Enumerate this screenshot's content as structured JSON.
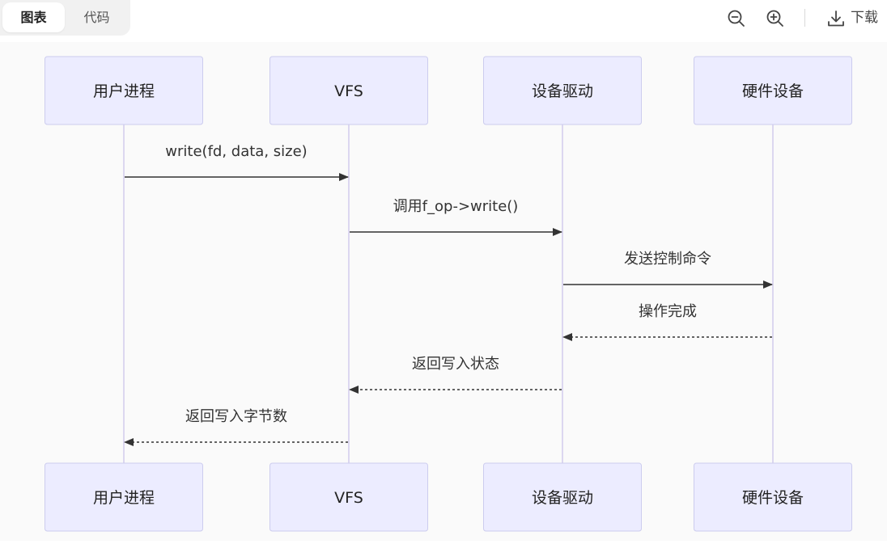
{
  "tabs": [
    {
      "label": "图表",
      "active": true
    },
    {
      "label": "代码",
      "active": false
    }
  ],
  "toolbar": {
    "zoom_out_icon": "zoom-out-icon",
    "zoom_in_icon": "zoom-in-icon",
    "download_icon": "download-icon",
    "download_label": "下载"
  },
  "colors": {
    "participant_fill": "#ececff",
    "participant_stroke": "#ccccee",
    "lifeline": "#dcd7f0",
    "arrow": "#333333",
    "canvas": "#fafafa"
  },
  "diagram": {
    "participants": [
      {
        "id": "user",
        "label": "用户进程"
      },
      {
        "id": "vfs",
        "label": "VFS"
      },
      {
        "id": "driver",
        "label": "设备驱动"
      },
      {
        "id": "hw",
        "label": "硬件设备"
      }
    ],
    "messages": [
      {
        "from": "user",
        "to": "vfs",
        "label": "write(fd, data, size)",
        "style": "solid"
      },
      {
        "from": "vfs",
        "to": "driver",
        "label": "调用f_op->write()",
        "style": "solid"
      },
      {
        "from": "driver",
        "to": "hw",
        "label": "发送控制命令",
        "style": "solid"
      },
      {
        "from": "hw",
        "to": "driver",
        "label": "操作完成",
        "style": "dashed"
      },
      {
        "from": "driver",
        "to": "vfs",
        "label": "返回写入状态",
        "style": "dashed"
      },
      {
        "from": "vfs",
        "to": "user",
        "label": "返回写入字节数",
        "style": "dashed"
      }
    ]
  }
}
